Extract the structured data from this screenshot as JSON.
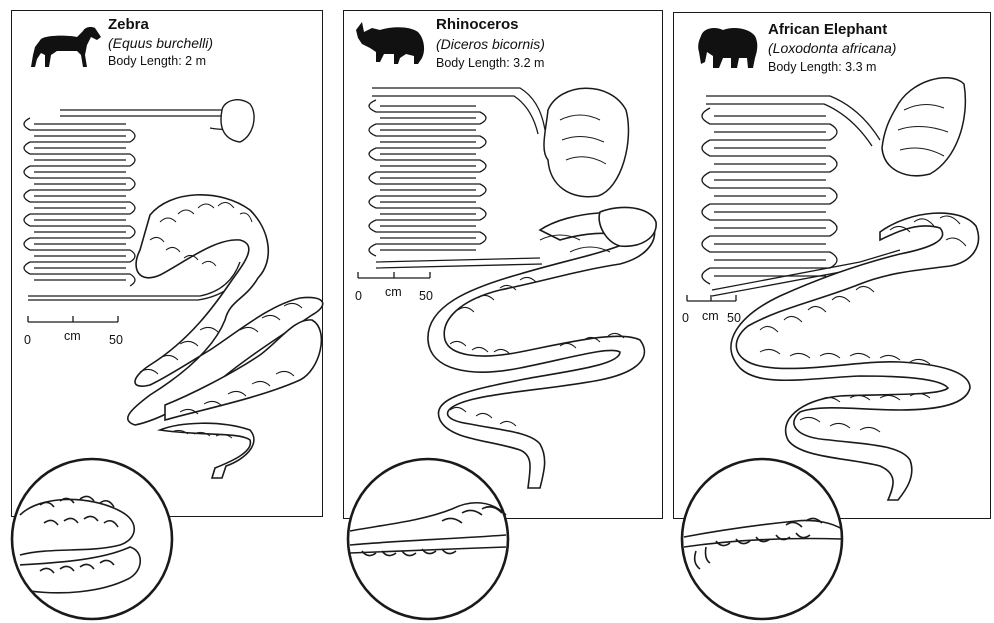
{
  "panels": [
    {
      "id": "zebra",
      "name": "Zebra",
      "scientific": "(Equus burchelli)",
      "body_length": "Body Length: 2 m",
      "scale": {
        "min": "0",
        "unit": "cm",
        "max": "50"
      },
      "icon": "zebra-silhouette-icon"
    },
    {
      "id": "rhinoceros",
      "name": "Rhinoceros",
      "scientific": "(Diceros bicornis)",
      "body_length": "Body Length: 3.2 m",
      "scale": {
        "min": "0",
        "unit": "cm",
        "max": "50"
      },
      "icon": "rhinoceros-silhouette-icon"
    },
    {
      "id": "elephant",
      "name": "African Elephant",
      "scientific": "(Loxodonta africana)",
      "body_length": "Body Length: 3.3 m",
      "scale": {
        "min": "0",
        "unit": "cm",
        "max": "50"
      },
      "icon": "elephant-silhouette-icon"
    }
  ],
  "colors": {
    "line": "#1a1a1a",
    "fill": "#ffffff"
  }
}
